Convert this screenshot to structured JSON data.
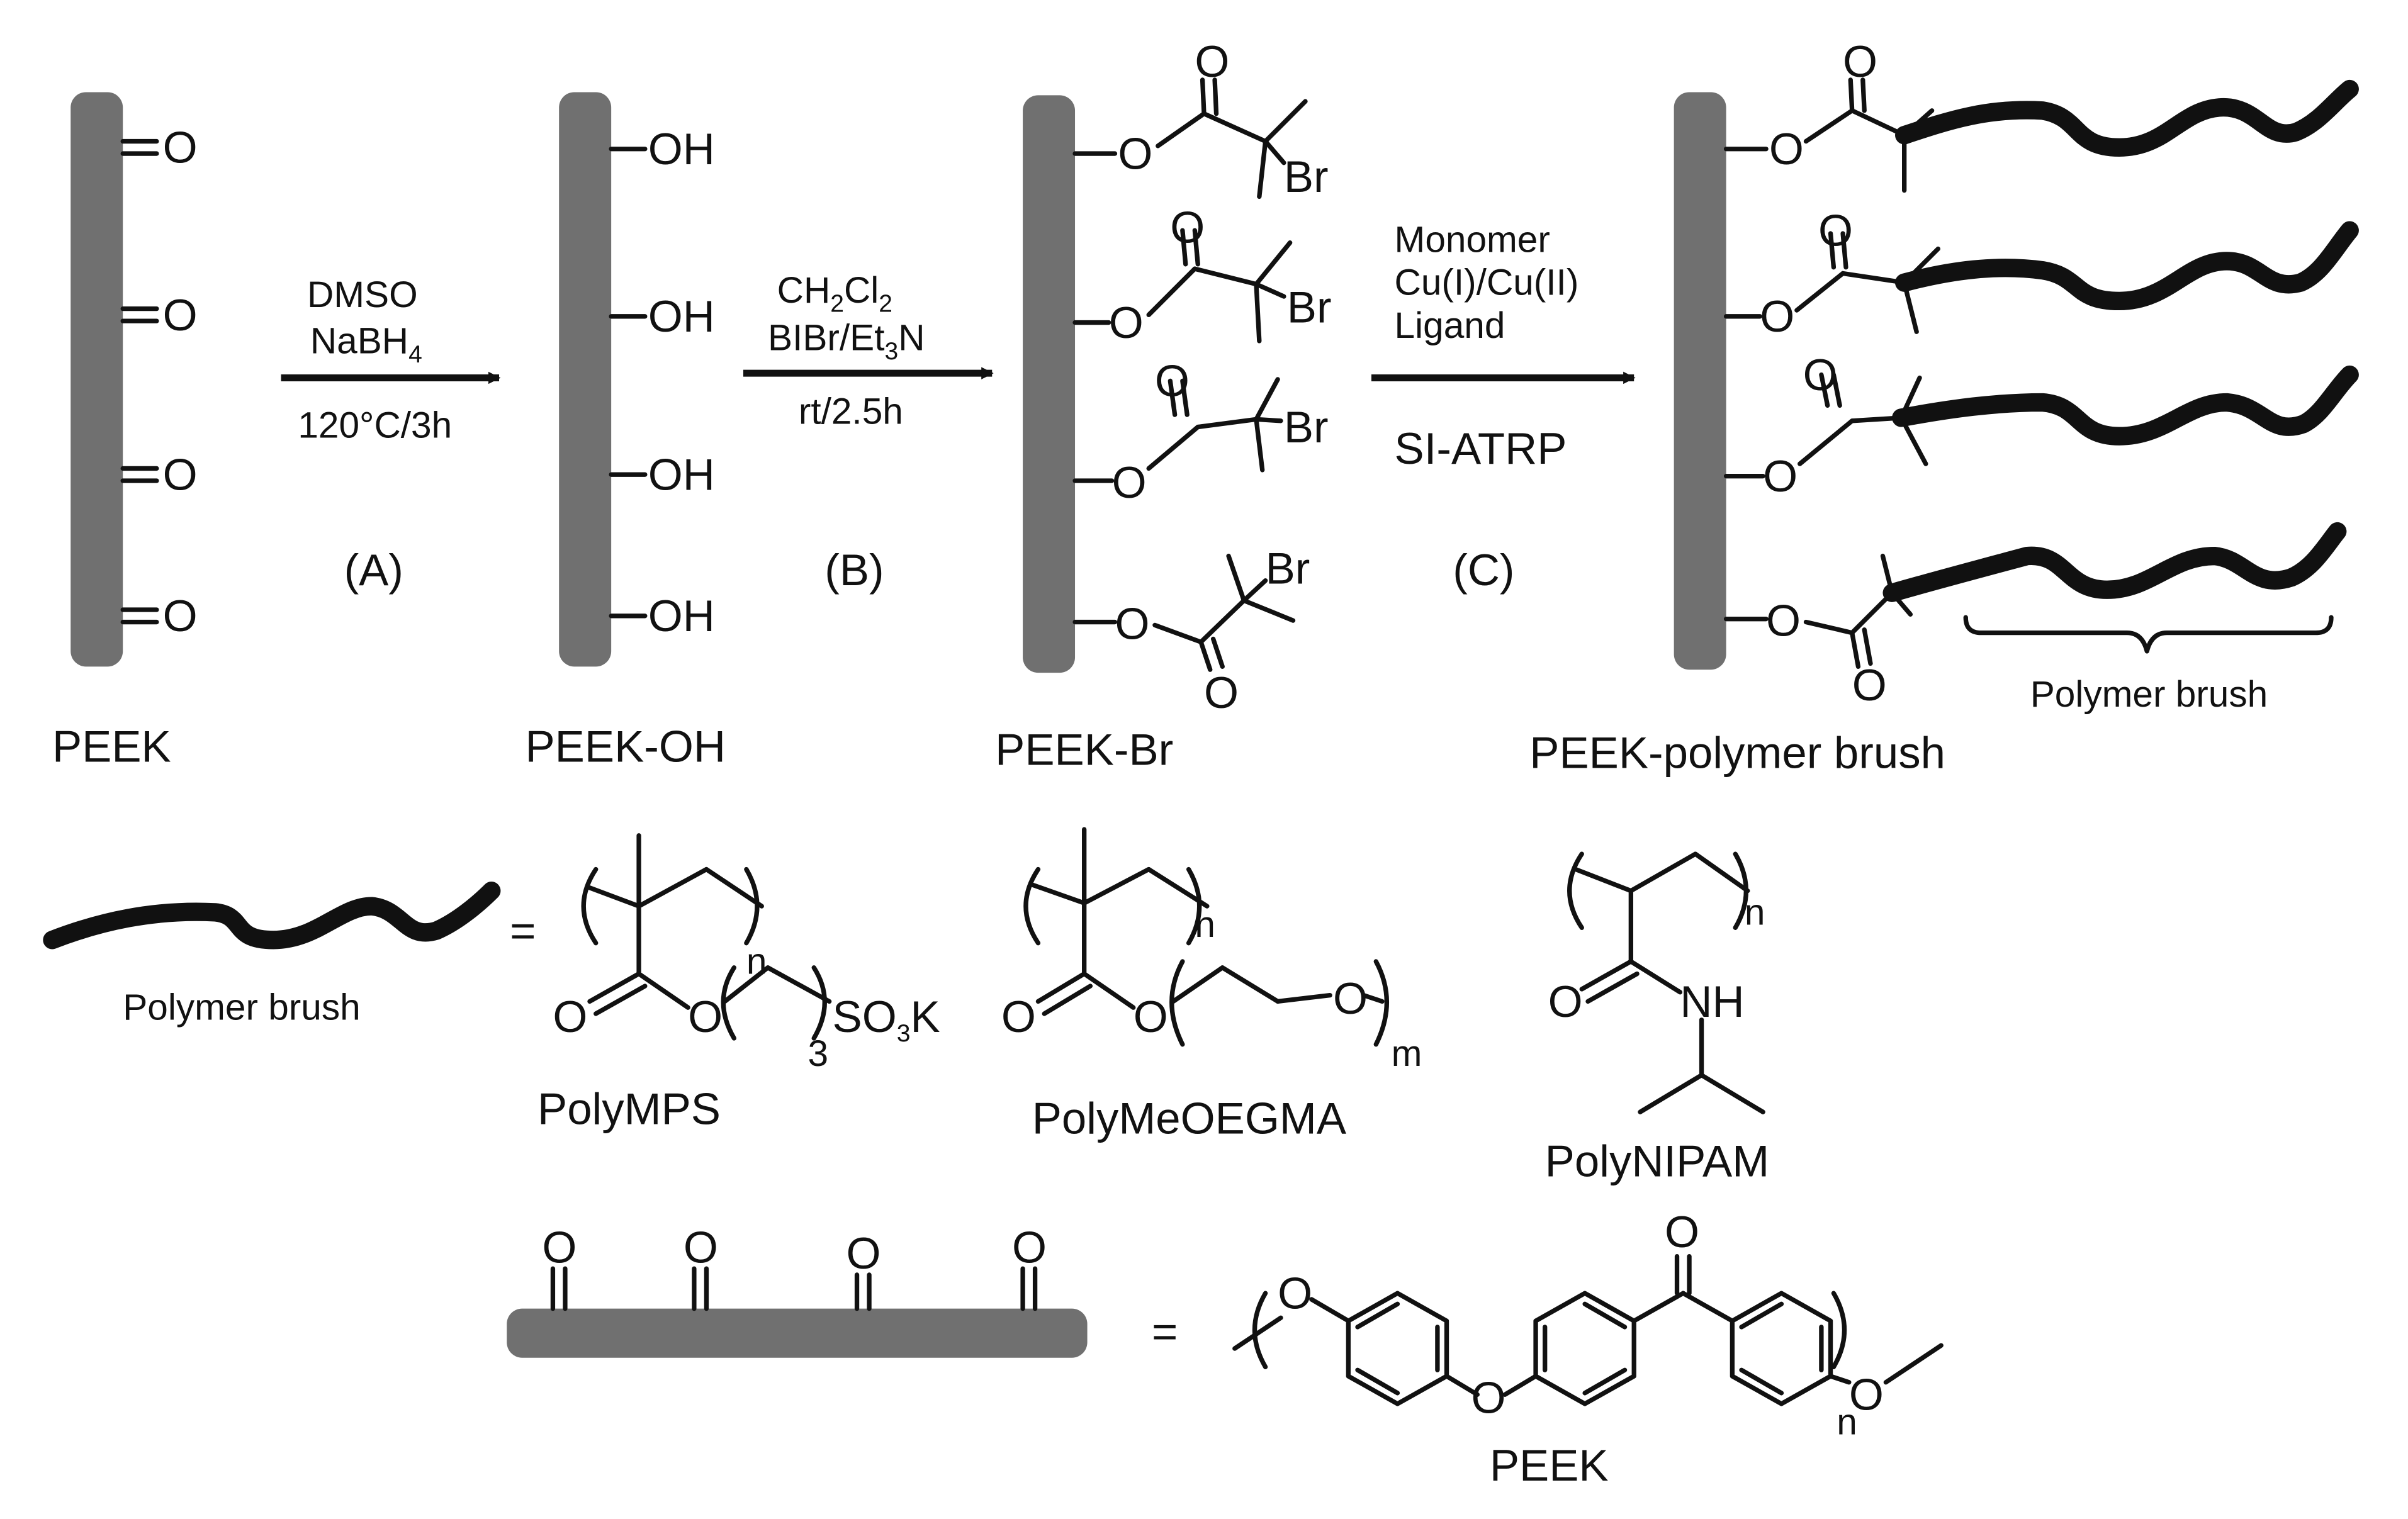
{
  "stages": {
    "peek": "PEEK",
    "peek_oh": "PEEK-OH",
    "peek_br": "PEEK-Br",
    "peek_brush": "PEEK-polymer brush"
  },
  "atoms": {
    "O": "O",
    "OH": "OH",
    "Br": "Br",
    "NH": "NH"
  },
  "step_a": {
    "solvent": "DMSO",
    "reagent": "NaBH",
    "reagent_sub": "4",
    "conditions": "120°C/3h",
    "label": "(A)"
  },
  "step_b": {
    "solvent": "CH",
    "solvent_sub1": "2",
    "solvent_mid": "Cl",
    "solvent_sub2": "2",
    "reagent": "BIBr/Et",
    "reagent_sub": "3",
    "reagent_end": "N",
    "conditions": "rt/2.5h",
    "label": "(B)"
  },
  "step_c": {
    "line1": "Monomer",
    "line2": "Cu(I)/Cu(II)",
    "line3": "Ligand",
    "method": "SI-ATRP",
    "label": "(C)"
  },
  "brush_label": "Polymer brush",
  "equals": "=",
  "polymers": {
    "mps": {
      "name": "PolyMPS",
      "repeat": "n",
      "sub3": "3",
      "so3k_a": "SO",
      "so3k_sub": "3",
      "so3k_b": "K"
    },
    "meoegma": {
      "name": "PolyMeOEGMA",
      "repeat": "n",
      "repeat2": "m"
    },
    "nipam": {
      "name": "PolyNIPAM",
      "repeat": "n"
    }
  },
  "peek_structure": {
    "name": "PEEK",
    "repeat": "n"
  },
  "icons": {
    "surface": "grey-rounded-bar",
    "brush": "thick-wavy-line",
    "arrow": "reaction-arrow",
    "brace": "curly-brace"
  },
  "colors": {
    "surface": "#707070",
    "ink": "#111111"
  }
}
